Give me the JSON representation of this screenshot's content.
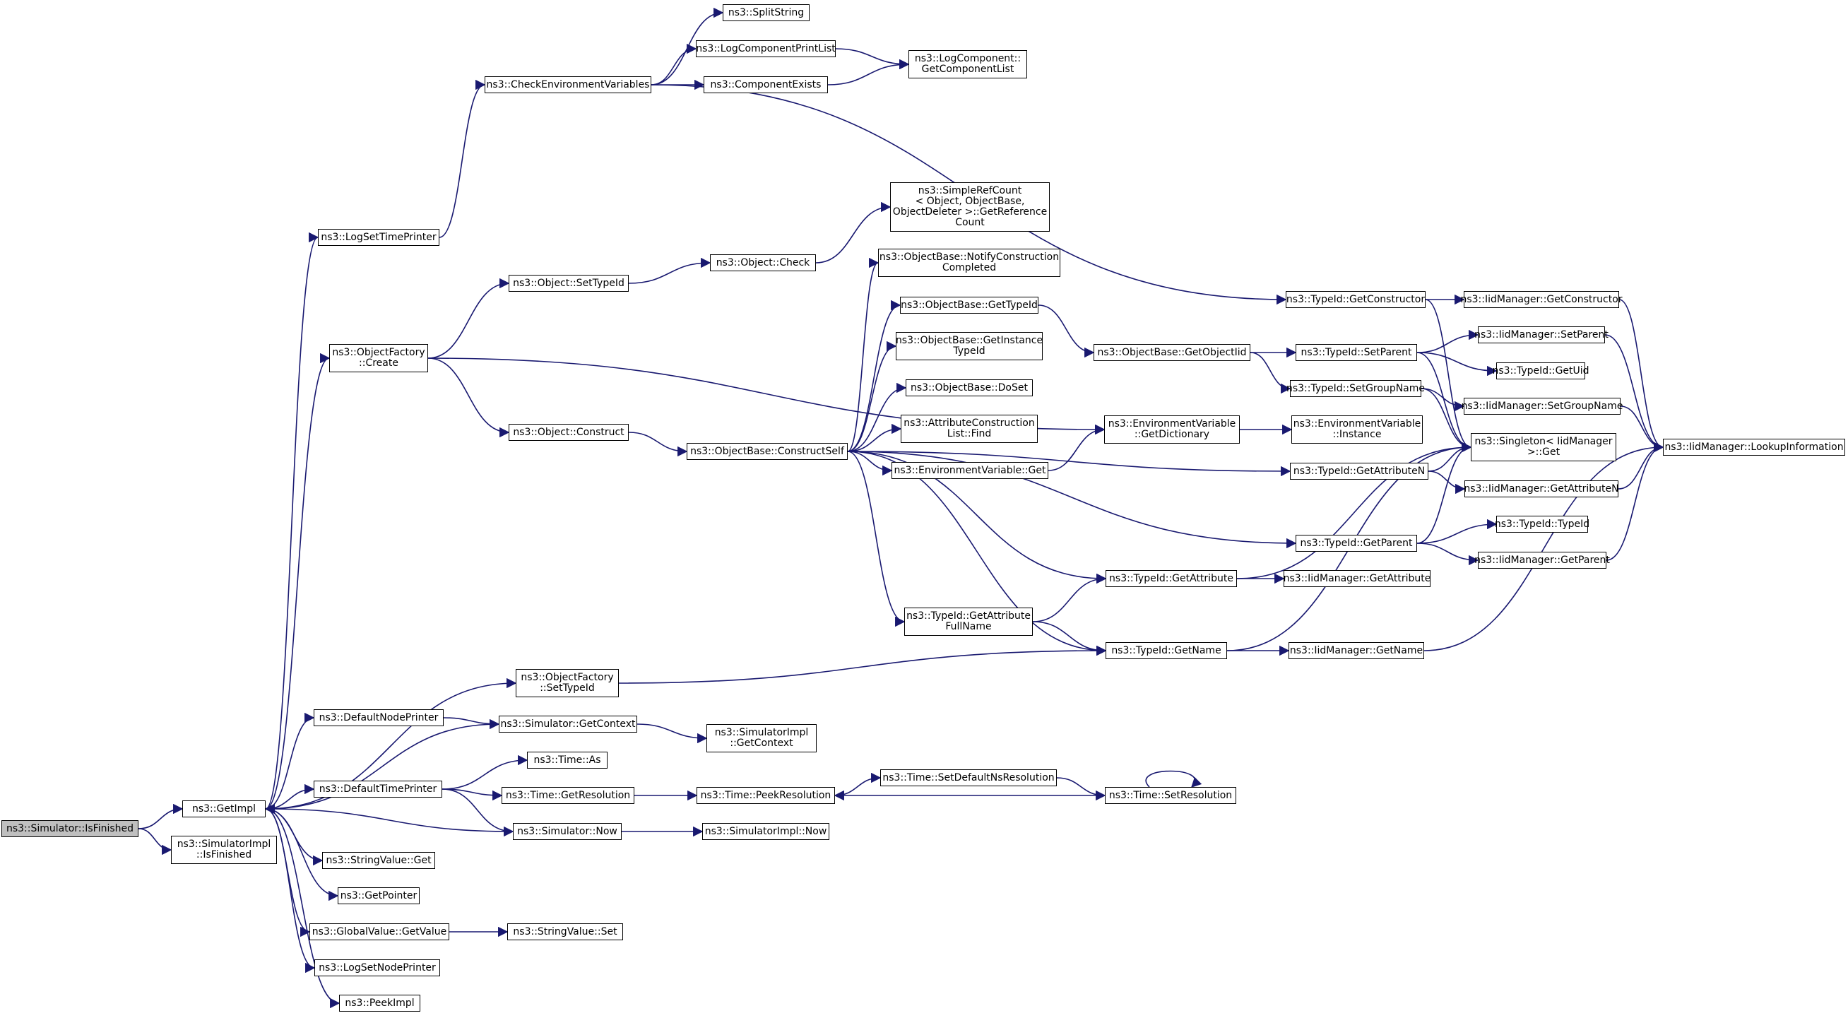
{
  "colors": {
    "edge": "#191970",
    "node_border": "#000000",
    "node_fill": "#ffffff",
    "root_fill": "#bfbfbf"
  },
  "nodes": [
    {
      "id": "is_finished",
      "lines": [
        "ns3::Simulator::IsFinished"
      ]
    },
    {
      "id": "get_impl",
      "lines": [
        "ns3::GetImpl"
      ]
    },
    {
      "id": "simimpl_isfinished",
      "lines": [
        "ns3::SimulatorImpl",
        "::IsFinished"
      ]
    },
    {
      "id": "log_set_time_printer",
      "lines": [
        "ns3::LogSetTimePrinter"
      ]
    },
    {
      "id": "object_factory_create",
      "lines": [
        "ns3::ObjectFactory",
        "::Create"
      ]
    },
    {
      "id": "object_factory_settypeid",
      "lines": [
        "ns3::ObjectFactory",
        "::SetTypeId"
      ]
    },
    {
      "id": "default_node_printer",
      "lines": [
        "ns3::DefaultNodePrinter"
      ]
    },
    {
      "id": "default_time_printer",
      "lines": [
        "ns3::DefaultTimePrinter"
      ]
    },
    {
      "id": "stringvalue_get",
      "lines": [
        "ns3::StringValue::Get"
      ]
    },
    {
      "id": "get_pointer",
      "lines": [
        "ns3::GetPointer"
      ]
    },
    {
      "id": "globalvalue_getvalue",
      "lines": [
        "ns3::GlobalValue::GetValue"
      ]
    },
    {
      "id": "log_set_node_printer",
      "lines": [
        "ns3::LogSetNodePrinter"
      ]
    },
    {
      "id": "peek_impl",
      "lines": [
        "ns3::PeekImpl"
      ]
    },
    {
      "id": "check_env_vars",
      "lines": [
        "ns3::CheckEnvironmentVariables"
      ]
    },
    {
      "id": "split_string",
      "lines": [
        "ns3::SplitString"
      ]
    },
    {
      "id": "log_component_print_list",
      "lines": [
        "ns3::LogComponentPrintList"
      ]
    },
    {
      "id": "component_exists",
      "lines": [
        "ns3::ComponentExists"
      ]
    },
    {
      "id": "log_component_get_list",
      "lines": [
        "ns3::LogComponent::",
        "GetComponentList"
      ]
    },
    {
      "id": "object_settypeid",
      "lines": [
        "ns3::Object::SetTypeId"
      ]
    },
    {
      "id": "object_check",
      "lines": [
        "ns3::Object::Check"
      ]
    },
    {
      "id": "simple_ref_count",
      "lines": [
        "ns3::SimpleRefCount",
        "< Object, ObjectBase,",
        "ObjectDeleter >::GetReference",
        "Count"
      ]
    },
    {
      "id": "object_construct",
      "lines": [
        "ns3::Object::Construct"
      ]
    },
    {
      "id": "objectbase_constructself",
      "lines": [
        "ns3::ObjectBase::ConstructSelf"
      ]
    },
    {
      "id": "objectbase_notify",
      "lines": [
        "ns3::ObjectBase::NotifyConstruction",
        "Completed"
      ]
    },
    {
      "id": "objectbase_gettypeid",
      "lines": [
        "ns3::ObjectBase::GetTypeId"
      ]
    },
    {
      "id": "objectbase_getinstance",
      "lines": [
        "ns3::ObjectBase::GetInstance",
        "TypeId"
      ]
    },
    {
      "id": "objectbase_doset",
      "lines": [
        "ns3::ObjectBase::DoSet"
      ]
    },
    {
      "id": "attr_construction_find",
      "lines": [
        "ns3::AttributeConstruction",
        "List::Find"
      ]
    },
    {
      "id": "envvar_get",
      "lines": [
        "ns3::EnvironmentVariable::Get"
      ]
    },
    {
      "id": "typeid_getattribute_fullname",
      "lines": [
        "ns3::TypeId::GetAttribute",
        "FullName"
      ]
    },
    {
      "id": "typeid_getname",
      "lines": [
        "ns3::TypeId::GetName"
      ]
    },
    {
      "id": "typeid_getattribute",
      "lines": [
        "ns3::TypeId::GetAttribute"
      ]
    },
    {
      "id": "objectbase_getobjectiid",
      "lines": [
        "ns3::ObjectBase::GetObjectIid"
      ]
    },
    {
      "id": "envvar_getdictionary",
      "lines": [
        "ns3::EnvironmentVariable",
        "::GetDictionary"
      ]
    },
    {
      "id": "envvar_instance",
      "lines": [
        "ns3::EnvironmentVariable",
        "::Instance"
      ]
    },
    {
      "id": "typeid_getconstructor",
      "lines": [
        "ns3::TypeId::GetConstructor"
      ]
    },
    {
      "id": "typeid_setparent",
      "lines": [
        "ns3::TypeId::SetParent"
      ]
    },
    {
      "id": "typeid_setgroupname",
      "lines": [
        "ns3::TypeId::SetGroupName"
      ]
    },
    {
      "id": "typeid_getattributen",
      "lines": [
        "ns3::TypeId::GetAttributeN"
      ]
    },
    {
      "id": "typeid_getparent",
      "lines": [
        "ns3::TypeId::GetParent"
      ]
    },
    {
      "id": "iidmanager_getattribute",
      "lines": [
        "ns3::IidManager::GetAttribute"
      ]
    },
    {
      "id": "iidmanager_getname",
      "lines": [
        "ns3::IidManager::GetName"
      ]
    },
    {
      "id": "iidmanager_getconstructor",
      "lines": [
        "ns3::IidManager::GetConstructor"
      ]
    },
    {
      "id": "iidmanager_setparent",
      "lines": [
        "ns3::IidManager::SetParent"
      ]
    },
    {
      "id": "typeid_getuid",
      "lines": [
        "ns3::TypeId::GetUid"
      ]
    },
    {
      "id": "iidmanager_setgroupname",
      "lines": [
        "ns3::IidManager::SetGroupName"
      ]
    },
    {
      "id": "singleton_get",
      "lines": [
        "ns3::Singleton< IidManager",
        ">::Get"
      ]
    },
    {
      "id": "iidmanager_getattributen",
      "lines": [
        "ns3::IidManager::GetAttributeN"
      ]
    },
    {
      "id": "typeid_typeid",
      "lines": [
        "ns3::TypeId::TypeId"
      ]
    },
    {
      "id": "iidmanager_getparent",
      "lines": [
        "ns3::IidManager::GetParent"
      ]
    },
    {
      "id": "iidmanager_lookup",
      "lines": [
        "ns3::IidManager::LookupInformation"
      ]
    },
    {
      "id": "simulator_getcontext",
      "lines": [
        "ns3::Simulator::GetContext"
      ]
    },
    {
      "id": "simimpl_getcontext",
      "lines": [
        "ns3::SimulatorImpl",
        "::GetContext"
      ]
    },
    {
      "id": "time_as",
      "lines": [
        "ns3::Time::As"
      ]
    },
    {
      "id": "time_getresolution",
      "lines": [
        "ns3::Time::GetResolution"
      ]
    },
    {
      "id": "simulator_now",
      "lines": [
        "ns3::Simulator::Now"
      ]
    },
    {
      "id": "time_peekresolution",
      "lines": [
        "ns3::Time::PeekResolution"
      ]
    },
    {
      "id": "simimpl_now",
      "lines": [
        "ns3::SimulatorImpl::Now"
      ]
    },
    {
      "id": "time_setdefaultns",
      "lines": [
        "ns3::Time::SetDefaultNsResolution"
      ]
    },
    {
      "id": "time_setresolution",
      "lines": [
        "ns3::Time::SetResolution"
      ]
    },
    {
      "id": "stringvalue_set",
      "lines": [
        "ns3::StringValue::Set"
      ]
    }
  ],
  "edges": [
    [
      "is_finished",
      "get_impl"
    ],
    [
      "is_finished",
      "simimpl_isfinished"
    ],
    [
      "get_impl",
      "log_set_time_printer"
    ],
    [
      "get_impl",
      "object_factory_create"
    ],
    [
      "get_impl",
      "object_factory_settypeid"
    ],
    [
      "get_impl",
      "default_node_printer"
    ],
    [
      "get_impl",
      "default_time_printer"
    ],
    [
      "get_impl",
      "stringvalue_get"
    ],
    [
      "get_impl",
      "get_pointer"
    ],
    [
      "get_impl",
      "globalvalue_getvalue"
    ],
    [
      "get_impl",
      "log_set_node_printer"
    ],
    [
      "get_impl",
      "peek_impl"
    ],
    [
      "log_set_time_printer",
      "check_env_vars"
    ],
    [
      "check_env_vars",
      "split_string"
    ],
    [
      "check_env_vars",
      "log_component_print_list"
    ],
    [
      "check_env_vars",
      "component_exists"
    ],
    [
      "check_env_vars",
      "typeid_getconstructor"
    ],
    [
      "log_component_print_list",
      "log_component_get_list"
    ],
    [
      "component_exists",
      "log_component_get_list"
    ],
    [
      "object_factory_create",
      "object_settypeid"
    ],
    [
      "object_factory_create",
      "object_construct"
    ],
    [
      "object_factory_create",
      "envvar_getdictionary"
    ],
    [
      "object_settypeid",
      "object_check"
    ],
    [
      "object_check",
      "simple_ref_count"
    ],
    [
      "object_construct",
      "objectbase_constructself"
    ],
    [
      "objectbase_constructself",
      "objectbase_notify"
    ],
    [
      "objectbase_constructself",
      "objectbase_gettypeid"
    ],
    [
      "objectbase_constructself",
      "objectbase_getinstance"
    ],
    [
      "objectbase_constructself",
      "objectbase_doset"
    ],
    [
      "objectbase_constructself",
      "attr_construction_find"
    ],
    [
      "objectbase_constructself",
      "envvar_get"
    ],
    [
      "objectbase_constructself",
      "typeid_getattributen"
    ],
    [
      "objectbase_constructself",
      "typeid_getparent"
    ],
    [
      "objectbase_constructself",
      "typeid_getattribute"
    ],
    [
      "objectbase_constructself",
      "typeid_getattribute_fullname"
    ],
    [
      "objectbase_constructself",
      "typeid_getname"
    ],
    [
      "objectbase_gettypeid",
      "objectbase_getobjectiid"
    ],
    [
      "objectbase_getobjectiid",
      "typeid_setparent"
    ],
    [
      "objectbase_getobjectiid",
      "typeid_setgroupname"
    ],
    [
      "envvar_get",
      "envvar_getdictionary"
    ],
    [
      "envvar_getdictionary",
      "envvar_instance"
    ],
    [
      "typeid_getattribute_fullname",
      "typeid_getattribute"
    ],
    [
      "typeid_getattribute_fullname",
      "typeid_getname"
    ],
    [
      "typeid_getattribute",
      "iidmanager_getattribute"
    ],
    [
      "typeid_getattribute",
      "singleton_get"
    ],
    [
      "typeid_getname",
      "iidmanager_getname"
    ],
    [
      "typeid_getname",
      "singleton_get"
    ],
    [
      "object_factory_settypeid",
      "typeid_getname"
    ],
    [
      "typeid_getconstructor",
      "iidmanager_getconstructor"
    ],
    [
      "typeid_getconstructor",
      "singleton_get"
    ],
    [
      "typeid_setparent",
      "iidmanager_setparent"
    ],
    [
      "typeid_setparent",
      "typeid_getuid"
    ],
    [
      "typeid_setparent",
      "singleton_get"
    ],
    [
      "typeid_setgroupname",
      "iidmanager_setgroupname"
    ],
    [
      "typeid_setgroupname",
      "singleton_get"
    ],
    [
      "typeid_getattributen",
      "iidmanager_getattributen"
    ],
    [
      "typeid_getattributen",
      "singleton_get"
    ],
    [
      "typeid_getparent",
      "typeid_typeid"
    ],
    [
      "typeid_getparent",
      "iidmanager_getparent"
    ],
    [
      "typeid_getparent",
      "singleton_get"
    ],
    [
      "iidmanager_getconstructor",
      "iidmanager_lookup"
    ],
    [
      "iidmanager_setparent",
      "iidmanager_lookup"
    ],
    [
      "iidmanager_setgroupname",
      "iidmanager_lookup"
    ],
    [
      "iidmanager_getattributen",
      "iidmanager_lookup"
    ],
    [
      "iidmanager_getparent",
      "iidmanager_lookup"
    ],
    [
      "iidmanager_getname",
      "iidmanager_lookup"
    ],
    [
      "default_node_printer",
      "simulator_getcontext"
    ],
    [
      "simulator_getcontext",
      "simimpl_getcontext"
    ],
    [
      "simulator_getcontext",
      "get_impl"
    ],
    [
      "default_time_printer",
      "time_as"
    ],
    [
      "default_time_printer",
      "time_getresolution"
    ],
    [
      "default_time_printer",
      "simulator_now"
    ],
    [
      "time_getresolution",
      "time_peekresolution"
    ],
    [
      "simulator_now",
      "simimpl_now"
    ],
    [
      "simulator_now",
      "get_impl"
    ],
    [
      "time_peekresolution",
      "time_setdefaultns"
    ],
    [
      "time_setdefaultns",
      "time_setresolution"
    ],
    [
      "time_setresolution",
      "time_peekresolution"
    ],
    [
      "time_setresolution",
      "time_setresolution"
    ],
    [
      "globalvalue_getvalue",
      "stringvalue_set"
    ]
  ]
}
